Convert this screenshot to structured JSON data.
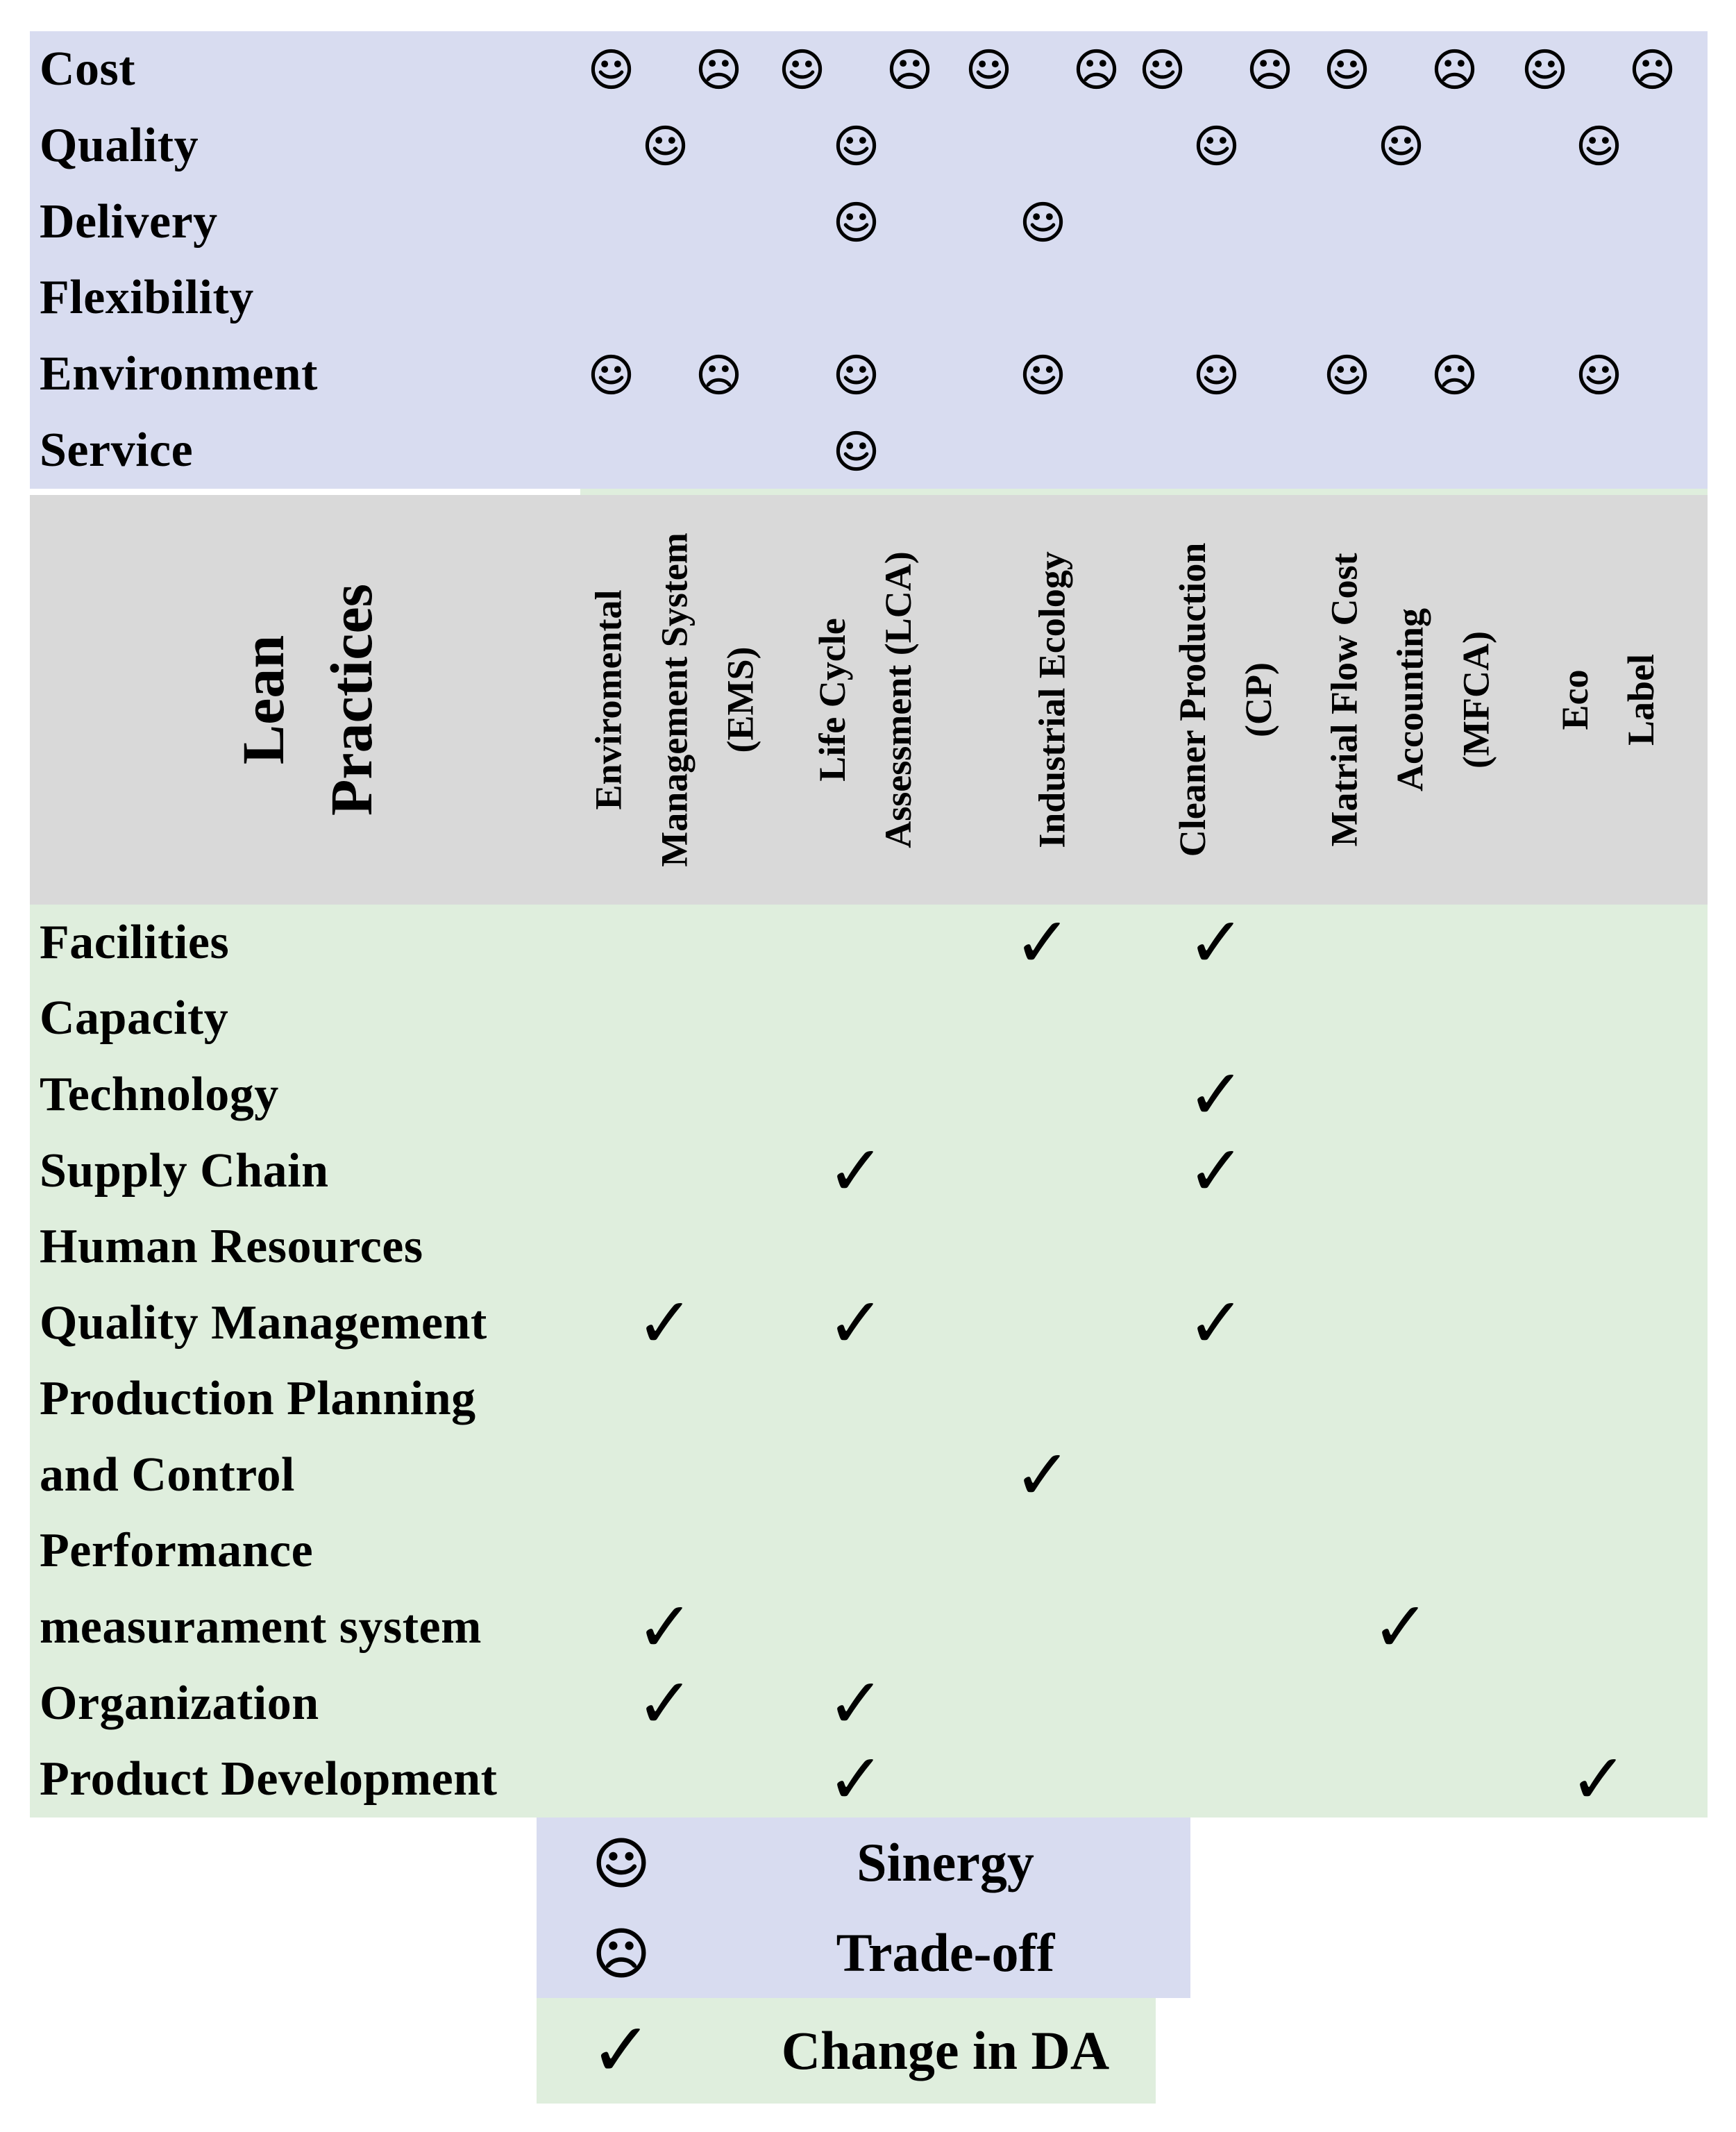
{
  "colors": {
    "blue_panel": "#d8dcf0",
    "gray_panel": "#d9d9d9",
    "green_panel": "#dfeedd",
    "ink": "#000000"
  },
  "lean_header": {
    "title": "Lean\nPractices"
  },
  "columns": [
    {
      "id": "ems",
      "label": "Enviromental\nManagement System\n(EMS)"
    },
    {
      "id": "lca",
      "label": "Life Cycle\nAssessment (LCA)"
    },
    {
      "id": "ie",
      "label": "Industrial Ecology"
    },
    {
      "id": "cp",
      "label": "Cleaner Production\n(CP)"
    },
    {
      "id": "mfca",
      "label": "Matrial Flow Cost\nAccounting (MFCA)"
    },
    {
      "id": "eco",
      "label": "Eco Label"
    }
  ],
  "performance": {
    "rows": [
      {
        "label": "Cost",
        "cells": [
          "both",
          "both",
          "both",
          "both",
          "both",
          "both"
        ]
      },
      {
        "label": "Quality",
        "cells": [
          "smile",
          "smile",
          "none",
          "smile",
          "smile",
          "smile"
        ]
      },
      {
        "label": "Delivery",
        "cells": [
          "none",
          "smile",
          "smile",
          "none",
          "none",
          "none"
        ]
      },
      {
        "label": "Flexibility",
        "cells": [
          "none",
          "none",
          "none",
          "none",
          "none",
          "none"
        ]
      },
      {
        "label": "Environment",
        "cells": [
          "both",
          "smile",
          "smile",
          "smile",
          "both",
          "smile"
        ]
      },
      {
        "label": "Service",
        "cells": [
          "none",
          "smile",
          "none",
          "none",
          "none",
          "none"
        ]
      }
    ]
  },
  "practices": {
    "rows": [
      {
        "label": "Facilities",
        "checks": [
          0,
          0,
          1,
          1,
          0,
          0
        ]
      },
      {
        "label": "Capacity",
        "checks": [
          0,
          0,
          0,
          0,
          0,
          0
        ]
      },
      {
        "label": "Technology",
        "checks": [
          0,
          0,
          0,
          1,
          0,
          0
        ]
      },
      {
        "label": "Supply Chain",
        "checks": [
          0,
          1,
          0,
          1,
          0,
          0
        ]
      },
      {
        "label": "Human Resources",
        "checks": [
          0,
          0,
          0,
          0,
          0,
          0
        ]
      },
      {
        "label": "Quality Management",
        "checks": [
          1,
          1,
          0,
          1,
          0,
          0
        ]
      },
      {
        "label": "Production Planning",
        "checks": [
          0,
          0,
          0,
          0,
          0,
          0
        ]
      },
      {
        "label": "and Control",
        "checks": [
          0,
          0,
          1,
          0,
          0,
          0
        ]
      },
      {
        "label": "Performance",
        "checks": [
          0,
          0,
          0,
          0,
          0,
          0
        ]
      },
      {
        "label": "measurament system",
        "checks": [
          1,
          0,
          0,
          0,
          1,
          0
        ]
      },
      {
        "label": "Organization",
        "checks": [
          1,
          1,
          0,
          0,
          0,
          0
        ]
      },
      {
        "label": "Product Development",
        "checks": [
          0,
          1,
          0,
          0,
          0,
          1
        ]
      }
    ]
  },
  "legend": {
    "items": [
      {
        "icon": "smiley-icon",
        "label": "Sinergy"
      },
      {
        "icon": "frowny-icon",
        "label": "Trade-off"
      },
      {
        "icon": "check-icon",
        "label": "Change in DA"
      }
    ]
  },
  "marks": {
    "check_glyph": "✓"
  }
}
